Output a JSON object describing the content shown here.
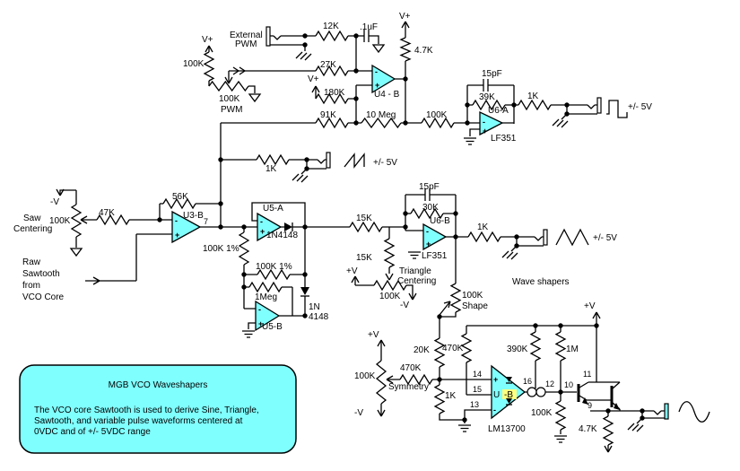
{
  "colors": {
    "opamp_fill": "#80ffff",
    "box_fill": "#80ffff",
    "highlight": "#ffff80"
  },
  "power": {
    "vplus": "V+",
    "plusv": "+V",
    "minusv": "-V"
  },
  "outputs": {
    "level": "+/- 5V"
  },
  "symbols": {
    "plus": "+",
    "minus": "-"
  },
  "pwm": {
    "ext1": "External",
    "ext2": "PWM",
    "r12k": "12K",
    "cap": ".1uF",
    "r4k7": "4.7K",
    "r100k_series": "100K",
    "pot1": "100K",
    "pot2": "PWM",
    "r27k": "27K",
    "r180k": "180K",
    "u4": "U4 - B",
    "r91k": "91K",
    "r10meg": "10 Meg",
    "r100k": "100K"
  },
  "square": {
    "cap": "15pF",
    "r39k": "39K",
    "u6a": "U6-A",
    "lf351": "LF351",
    "r1k": "1K"
  },
  "saw": {
    "label1": "Saw",
    "label2": "Centering",
    "pot": "100K",
    "r47k": "47K",
    "r56k": "56K",
    "u3b": "U3-B",
    "pin7": "7",
    "r1k": "1K",
    "in1": "Raw",
    "in2": "Sawtooth",
    "in3": "from",
    "in4": "VCO Core"
  },
  "rect": {
    "u5a": "U5-A",
    "d1": "1N4148",
    "r100k_in": "100K 1%",
    "r100k_mid": "100K 1%",
    "r1meg": "1Meg",
    "d2a": "1N",
    "d2b": "4148",
    "u5b": "U5-B"
  },
  "tri": {
    "r15k_in": "15K",
    "cap": "15pF",
    "r30k": "30K",
    "u6b": "U6-B",
    "lf351": "LF351",
    "r1k": "1K",
    "r15k_c": "15K",
    "c1": "Triangle",
    "c2": "Centering",
    "pot": "100K"
  },
  "sine": {
    "waveshapers": "Wave shapers",
    "shape1": "100K",
    "shape2": "Shape",
    "r20k": "20K",
    "r470k_bias": "470K",
    "r390k": "390K",
    "r1m": "1M",
    "r470k_sym": "470K",
    "sym_pot": "100K",
    "symmetry": "Symmetry",
    "r1k": "1K",
    "u": "U",
    "b": "-B",
    "p14": "14",
    "p15": "15",
    "p13": "13",
    "p16": "16",
    "p12": "12",
    "p10": "10",
    "p11": "11",
    "p9": "9",
    "lm13700": "LM13700",
    "r100k": "100K",
    "r4k7": "4.7K"
  },
  "info": {
    "title": "MGB VCO Waveshapers",
    "line1": "The VCO core Sawtooth is used to derive Sine, Triangle,",
    "line2": "Sawtooth, and variable pulse waveforms centered at",
    "line3": "0VDC and of +/- 5VDC range"
  }
}
